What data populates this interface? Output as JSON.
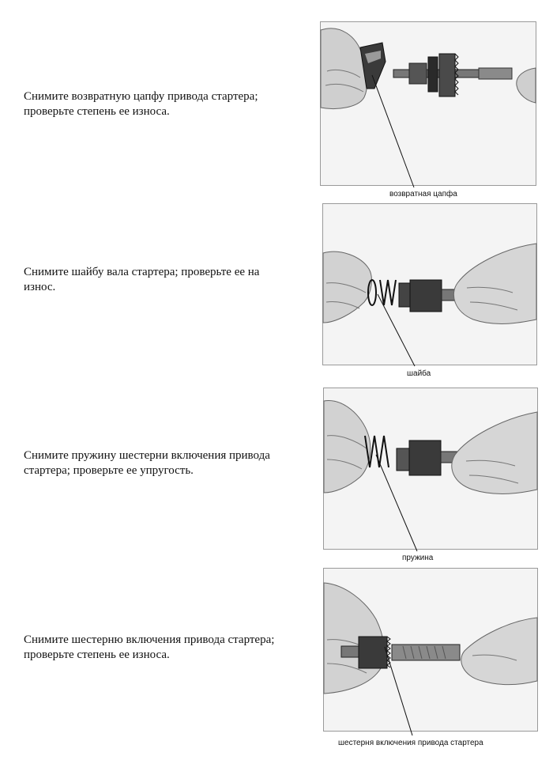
{
  "steps": [
    {
      "instruction_line1": "Снимите возвратную цапфу привода стартера;",
      "instruction_line2": "проверьте степень ее износа.",
      "callout": "возвратная цапфа",
      "photo_subject": "starter-drive-return-journal-removal"
    },
    {
      "instruction_line1": "Снимите шайбу вала стартера; проверьте ее на",
      "instruction_line2": "износ.",
      "callout": "шайба",
      "photo_subject": "starter-shaft-washer-removal"
    },
    {
      "instruction_line1": "Снимите пружину шестерни включения привода",
      "instruction_line2": "стартера; проверьте ее упругость.",
      "callout": "пружина",
      "photo_subject": "starter-drive-gear-spring-removal"
    },
    {
      "instruction_line1": "Снимите шестерню включения привода стартера;",
      "instruction_line2": "проверьте степень ее износа.",
      "callout": "шестерня включения привода стартера",
      "photo_subject": "starter-drive-gear-removal"
    }
  ]
}
